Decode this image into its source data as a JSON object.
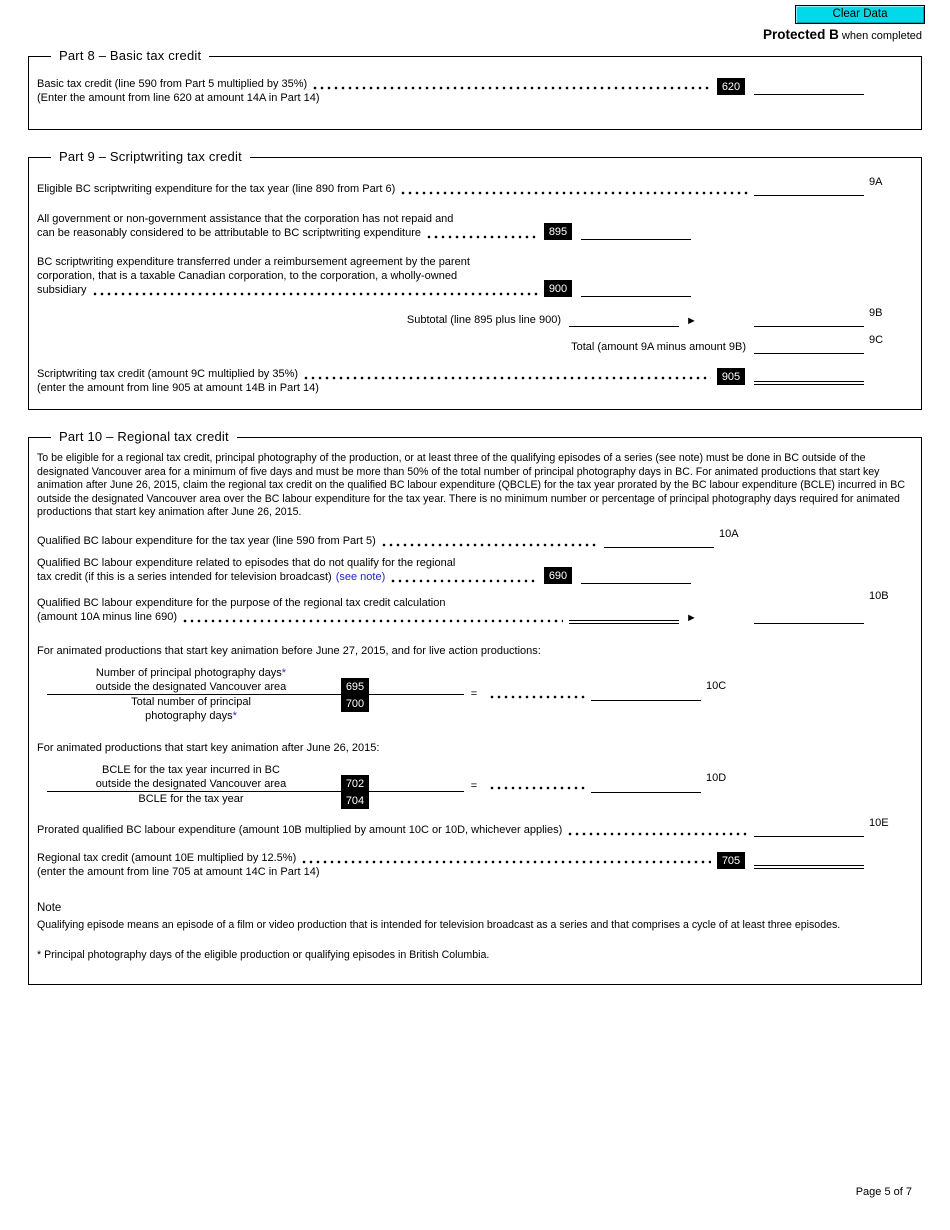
{
  "header": {
    "clear_button": "Clear Data",
    "protected": "Protected B",
    "protected_suffix": "when completed"
  },
  "part8": {
    "title": "Part 8 – Basic tax credit",
    "row_620": {
      "label": "Basic tax credit (line 590 from Part 5 multiplied by 35%)",
      "note": "(Enter the amount from line 620 at amount 14A in Part 14)",
      "code": "620"
    }
  },
  "part9": {
    "title": "Part 9 – Scriptwriting tax credit",
    "row_9a": {
      "label": "Eligible BC scriptwriting expenditure for the tax year (line 890 from Part 6)",
      "ref": "9A"
    },
    "row_895": {
      "label_l1": "All government or non-government assistance that the corporation has not repaid and",
      "label_l2": "can be reasonably considered to be attributable to BC scriptwriting expenditure",
      "code": "895"
    },
    "row_900": {
      "label_l1": "BC scriptwriting expenditure transferred under a reimbursement agreement by the parent",
      "label_l2": "corporation, that is a taxable Canadian corporation, to the corporation, a wholly-owned",
      "label_l3": "subsidiary",
      "code": "900"
    },
    "row_subtotal": {
      "label": "Subtotal (line 895 plus line 900)",
      "arrow": "►",
      "ref": "9B"
    },
    "row_total": {
      "label": "Total (amount 9A minus amount 9B)",
      "ref": "9C"
    },
    "row_905": {
      "label": "Scriptwriting tax credit (amount 9C multiplied by 35%)",
      "note": "(enter the amount from line 905 at amount 14B in Part 14)",
      "code": "905"
    }
  },
  "part10": {
    "title": "Part 10 – Regional tax credit",
    "intro": "To be eligible for a regional tax credit, principal photography of the production, or at least three of the qualifying episodes of a series (see note) must be done in BC outside of the designated Vancouver area for a minimum of five days and must be more than 50% of the total number of principal photography days in BC. For animated productions that start key animation after June 26, 2015, claim the regional tax credit on the qualified BC labour expenditure (QBCLE) for the tax year prorated by the BC labour expenditure (BCLE) incurred in BC outside the designated Vancouver area over the BC labour expenditure for the tax year. There is no minimum number or percentage of principal photography days required for animated productions that start key animation after June 26, 2015.",
    "row_10a": {
      "label": "Qualified BC labour expenditure for the tax year (line 590 from Part 5)",
      "ref": "10A"
    },
    "row_690": {
      "label_l1": "Qualified BC labour expenditure related to episodes that do not qualify for the regional",
      "label_l2": "tax credit (if this is a series intended for television broadcast)",
      "link": "(see note)",
      "code": "690"
    },
    "row_10b": {
      "label_l1": "Qualified BC labour expenditure for the purpose of the regional tax credit calculation",
      "label_l2": "(amount 10A minus line 690)",
      "arrow": "►",
      "ref": "10B"
    },
    "heading_before": "For animated productions that start key animation before June 27, 2015, and for live action productions:",
    "frac_10c": {
      "num_l1": "Number of principal photography days",
      "num_star": "*",
      "num_l2": "outside the designated Vancouver area",
      "den_l1": "Total number of principal",
      "den_l2": "photography days",
      "den_star": "*",
      "code_num": "695",
      "code_den": "700",
      "equals": "=",
      "ref": "10C"
    },
    "heading_after": "For animated productions that start key animation after June 26, 2015:",
    "frac_10d": {
      "num_l1": "BCLE for the tax year incurred in BC",
      "num_l2": "outside the designated Vancouver area",
      "den_l1": "BCLE for the tax year",
      "code_num": "702",
      "code_den": "704",
      "equals": "=",
      "ref": "10D"
    },
    "row_10e": {
      "label": "Prorated qualified BC labour expenditure (amount 10B multiplied by amount 10C or 10D, whichever applies)",
      "ref": "10E"
    },
    "row_705": {
      "label": "Regional tax credit (amount 10E multiplied by 12.5%)",
      "note": "(enter the amount from line 705 at amount 14C in Part 14)",
      "code": "705"
    },
    "note_title": "Note",
    "note_body": "Qualifying episode means an episode of a film or video production that is intended for television broadcast as a series and that comprises a cycle of at least three episodes.",
    "footnote_star": "*",
    "footnote": "Principal photography days of the eligible production or qualifying episodes in British Columbia."
  },
  "footer": {
    "page_label": "Page 5 of 7"
  },
  "colors": {
    "accent_button": "#00d9e8",
    "link": "#2222cc",
    "star": "#2a2ae0",
    "code_bg": "#000000"
  }
}
